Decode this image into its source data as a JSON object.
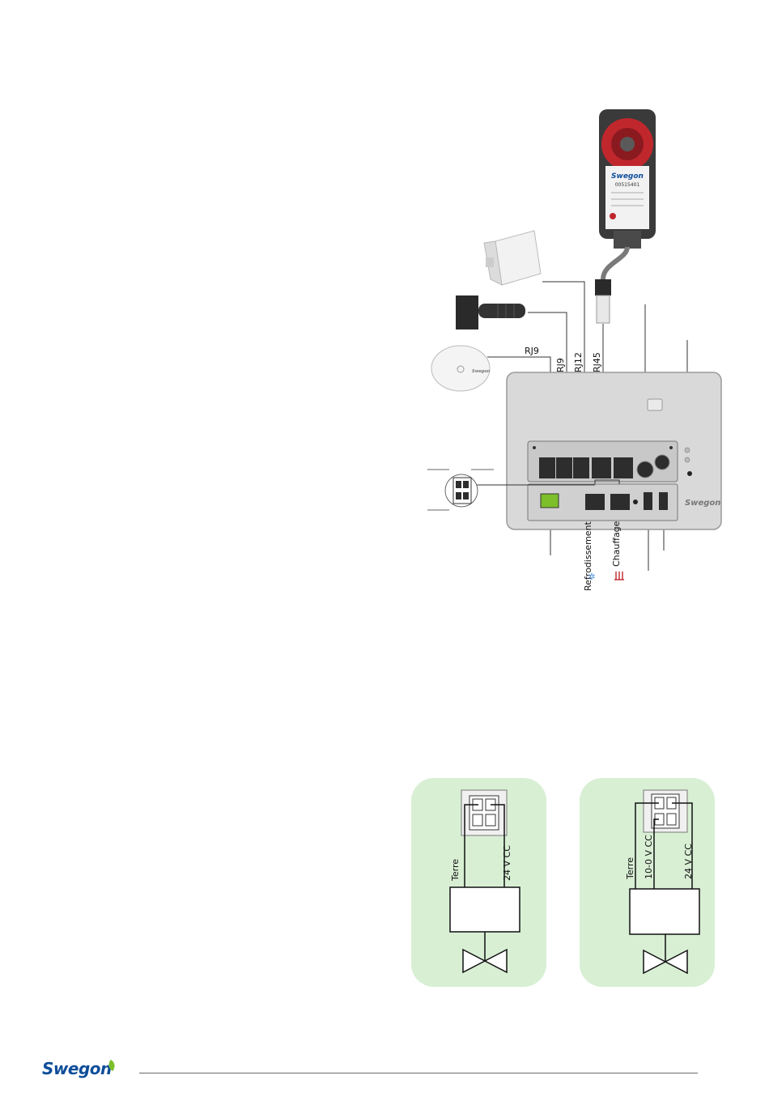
{
  "diagram": {
    "connector_labels": {
      "rj9_top": "RJ9",
      "rj9_vertical": "RJ9",
      "rj12": "RJ12",
      "rj45": "RJ45"
    },
    "output_labels": {
      "cooling": "Refrodissement",
      "heating": "Chauffage"
    },
    "logos": {
      "controller": "Swegon",
      "actuator": "Swegon",
      "thermostat": "Swegon"
    },
    "actuator_part_no": "00515401"
  },
  "wiring": {
    "left_panel": {
      "ground_label": "Terre",
      "supply_label": "24 V CC"
    },
    "right_panel": {
      "ground_label": "Terre",
      "signal_label": "10-0 V CC",
      "supply_label": "24 V CC"
    }
  },
  "footer": {
    "logo_text": "Swegon"
  },
  "colors": {
    "panel_green": "#d8efd4",
    "controller_gray": "#d6d6d6",
    "actuator_red": "#c0272d",
    "brand_blue": "#0e4d9a",
    "leaf_green": "#7cbf2a",
    "cool_icon": "#4a90d9",
    "heat_icon": "#c0272d"
  }
}
